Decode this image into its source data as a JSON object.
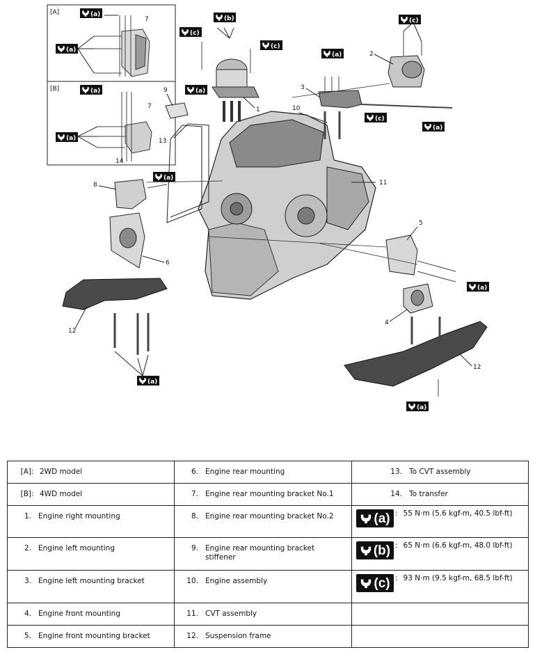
{
  "diagram": {
    "callouts": {
      "c1": "1",
      "c2": "2",
      "c3": "3",
      "c4": "4",
      "c5": "5",
      "c6": "6",
      "c7a": "7",
      "c7b": "7",
      "c8": "8",
      "c9": "9",
      "c10": "10",
      "c11": "11",
      "c12a": "12",
      "c12b": "12",
      "c13": "13",
      "c14": "14"
    },
    "insets": {
      "a": "[A]",
      "b": "[B]"
    },
    "badges": {
      "a": "(a)",
      "b": "(b)",
      "c": "(c)"
    },
    "icon": "torque-wrench-icon"
  },
  "legend": {
    "rows": [
      [
        {
          "num": "[A]",
          "sep": ":",
          "text": "2WD model"
        },
        {
          "num": "6.",
          "text": "Engine rear mounting"
        },
        {
          "num": "13.",
          "text": "To CVT assembly"
        }
      ],
      [
        {
          "num": "[B]",
          "sep": ":",
          "text": "4WD model"
        },
        {
          "num": "7.",
          "text": "Engine rear mounting bracket No.1"
        },
        {
          "num": "14.",
          "text": "To transfer"
        }
      ],
      [
        {
          "num": "1.",
          "text": "Engine right mounting"
        },
        {
          "num": "8.",
          "text": "Engine rear mounting bracket No.2"
        },
        {
          "badge": "(a)",
          "sep": ":",
          "text": "55 N·m (5.6 kgf-m, 40.5 lbf-ft)"
        }
      ],
      [
        {
          "num": "2.",
          "text": "Engine left mounting"
        },
        {
          "num": "9.",
          "text": "Engine rear mounting bracket stiffener"
        },
        {
          "badge": "(b)",
          "sep": ":",
          "text": "65 N·m (6.6 kgf-m, 48.0 lbf-ft)"
        }
      ],
      [
        {
          "num": "3.",
          "text": "Engine left mounting bracket"
        },
        {
          "num": "10.",
          "text": "Engine assembly"
        },
        {
          "badge": "(c)",
          "sep": ":",
          "text": "93 N·m (9.5 kgf-m, 68.5 lbf-ft)"
        }
      ],
      [
        {
          "num": "4.",
          "text": "Engine front mounting"
        },
        {
          "num": "11.",
          "text": "CVT assembly"
        },
        {
          "text": ""
        }
      ],
      [
        {
          "num": "5.",
          "text": "Engine front mounting bracket"
        },
        {
          "num": "12.",
          "text": "Suspension frame"
        },
        {
          "text": ""
        }
      ]
    ]
  }
}
